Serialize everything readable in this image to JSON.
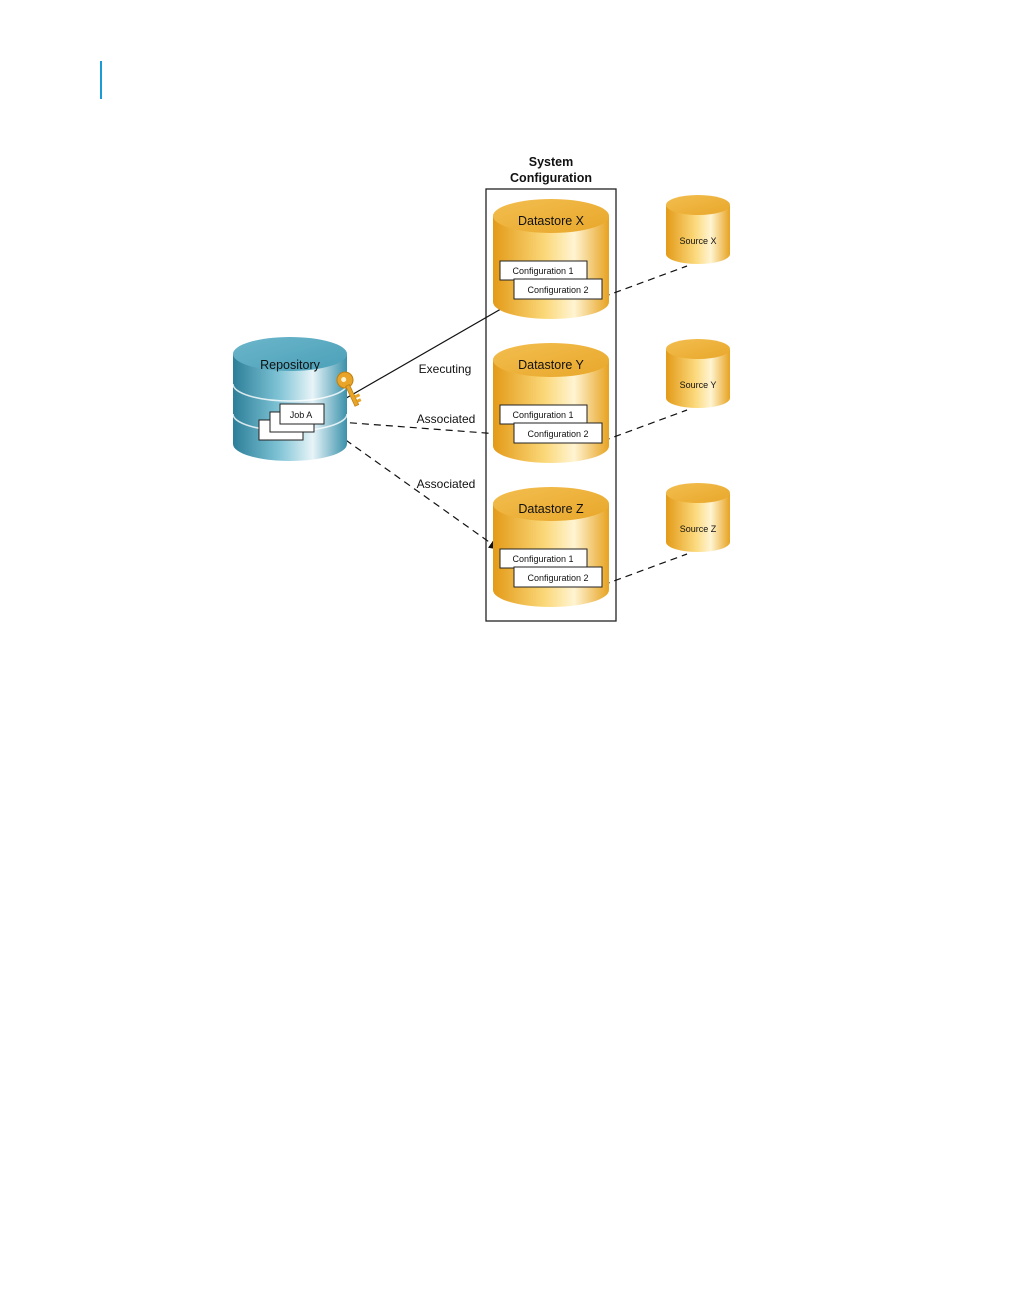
{
  "system_configuration": {
    "title_line1": "System",
    "title_line2": "Configuration"
  },
  "repository": {
    "label": "Repository",
    "job_label": "Job A"
  },
  "edges": {
    "executing": "Executing",
    "associated_y": "Associated",
    "associated_z": "Associated"
  },
  "datastores": [
    {
      "label": "Datastore X",
      "config1": "Configuration 1",
      "config2": "Configuration 2"
    },
    {
      "label": "Datastore Y",
      "config1": "Configuration 1",
      "config2": "Configuration 2"
    },
    {
      "label": "Datastore Z",
      "config1": "Configuration 1",
      "config2": "Configuration 2"
    }
  ],
  "sources": [
    {
      "label": "Source X"
    },
    {
      "label": "Source Y"
    },
    {
      "label": "Source Z"
    }
  ],
  "colors": {
    "accent_bar": "#1a9ad6",
    "datastore_gold": "#f0b43a",
    "repository_teal": "#3f98b0",
    "key_gold": "#e8a52a"
  },
  "icons": {
    "key": "key-icon"
  }
}
